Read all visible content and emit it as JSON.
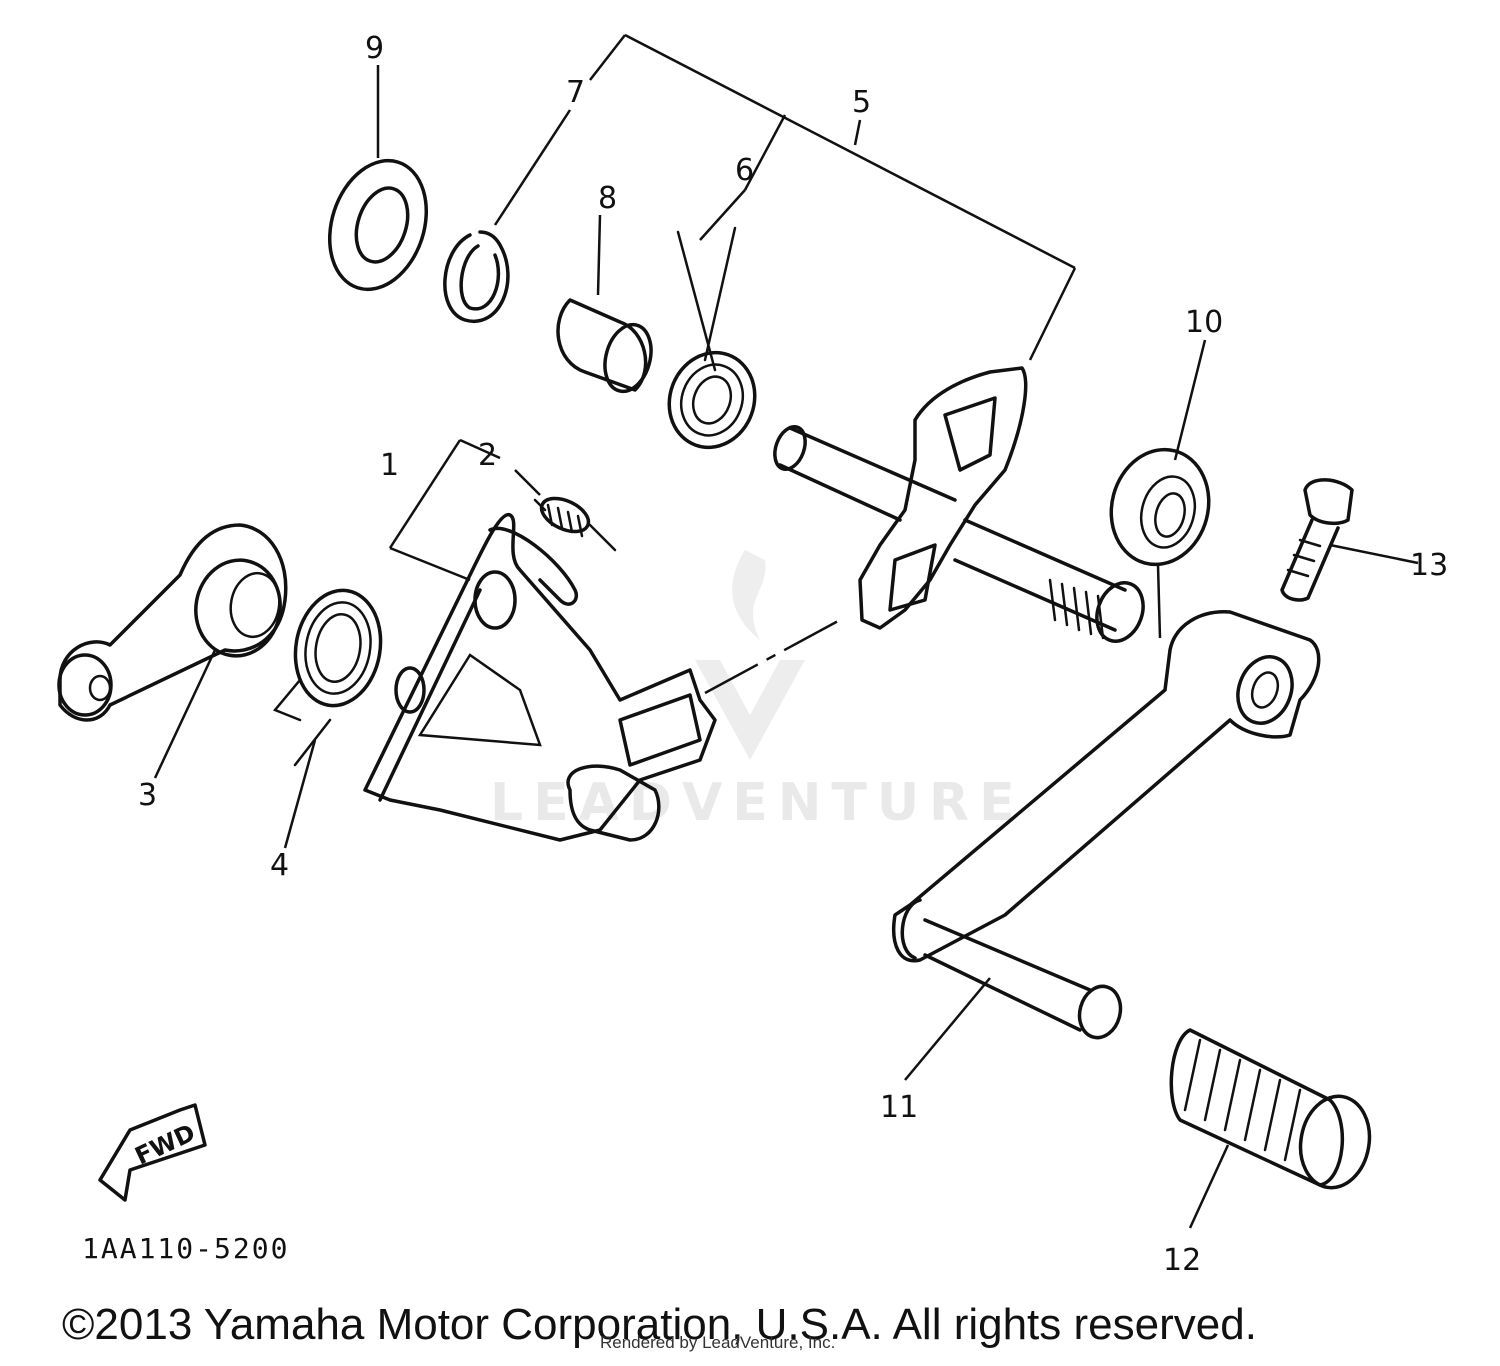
{
  "diagram": {
    "callouts": [
      "1",
      "2",
      "3",
      "4",
      "5",
      "6",
      "7",
      "8",
      "9",
      "10",
      "11",
      "12",
      "13"
    ],
    "direction_marker": "FWD",
    "part_number": "1AA110-5200"
  },
  "watermark": {
    "brand": "LEADVENTURE"
  },
  "footer": {
    "copyright": "©2013 Yamaha Motor Corporation, U.S.A. All rights reserved.",
    "rendered_by": "Rendered by LeadVenture, Inc."
  }
}
